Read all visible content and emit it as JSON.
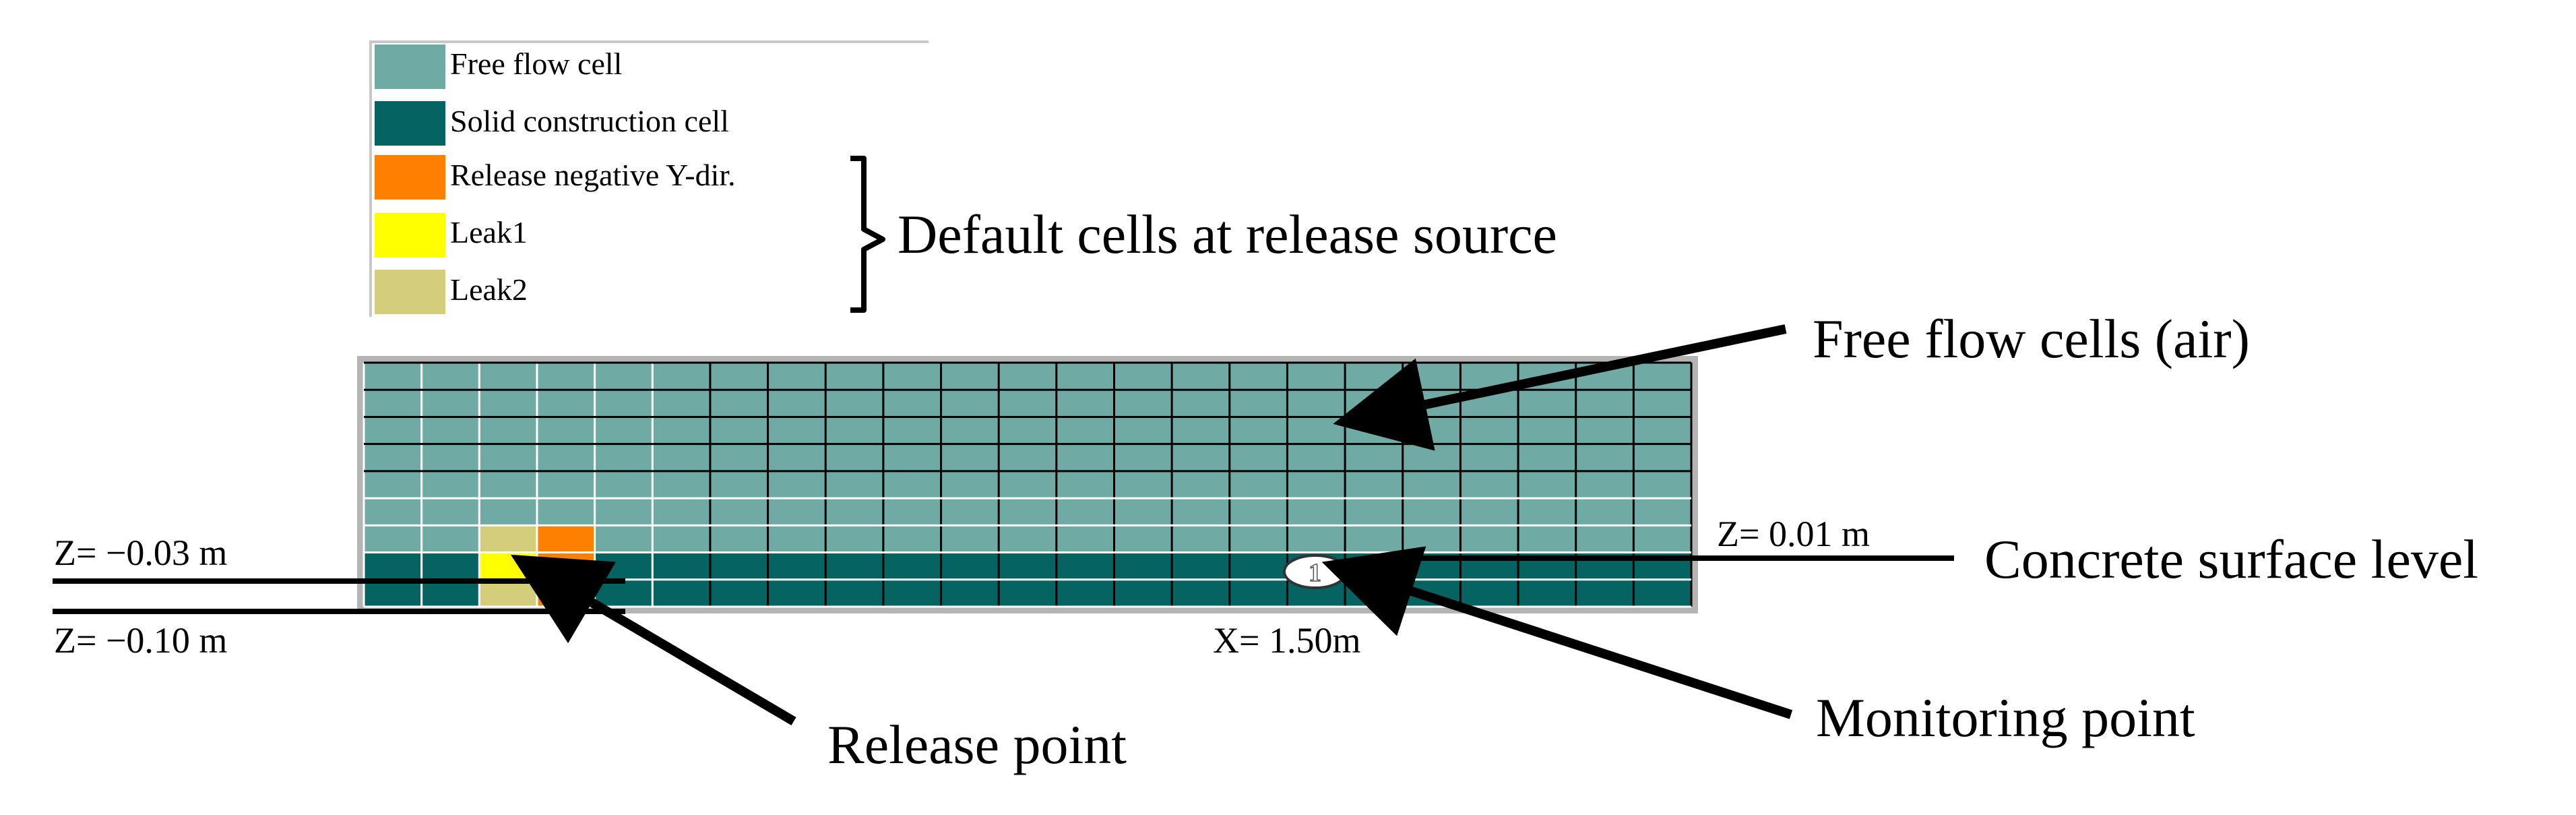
{
  "legend": {
    "items": [
      {
        "label": "Free flow cell",
        "color": "#6FAAA5"
      },
      {
        "label": "Solid construction cell",
        "color": "#056461"
      },
      {
        "label": "Release negative Y-dir.",
        "color": "#FF7F00"
      },
      {
        "label": "Leak1",
        "color": "#FFFF00"
      },
      {
        "label": "Leak2",
        "color": "#D4CD7C"
      }
    ],
    "bracket_label": "Default cells at release source"
  },
  "grid": {
    "columns": 23,
    "rows": 9,
    "white_line_columns": 5,
    "soil_layers_at_top_columns": 5,
    "colors": {
      "free": "#6FAAA5",
      "solid": "#056461",
      "release": "#FF7F00",
      "leak1": "#FFFF00",
      "leak2": "#D4CD7C",
      "frame": "#B4B4B4"
    },
    "special_cells": [
      {
        "col": 2,
        "row": 6,
        "type": "leak2"
      },
      {
        "col": 3,
        "row": 6,
        "type": "release"
      },
      {
        "col": 2,
        "row": 7,
        "type": "leak1"
      },
      {
        "col": 3,
        "row": 7,
        "type": "release"
      },
      {
        "col": 2,
        "row": 8,
        "type": "leak2"
      },
      {
        "col": 3,
        "row": 8,
        "type": "release"
      }
    ]
  },
  "monitoring_marker": "1",
  "annotations": {
    "free_flow_cells": "Free flow cells (air)",
    "concrete_surface": "Concrete surface level",
    "monitoring_point": "Monitoring point",
    "release_point": "Release point",
    "z_concrete": "Z= 0.01 m",
    "z_top": "Z= −0.03 m",
    "z_bottom": "Z= −0.10 m",
    "x_position": "X= 1.50m"
  }
}
